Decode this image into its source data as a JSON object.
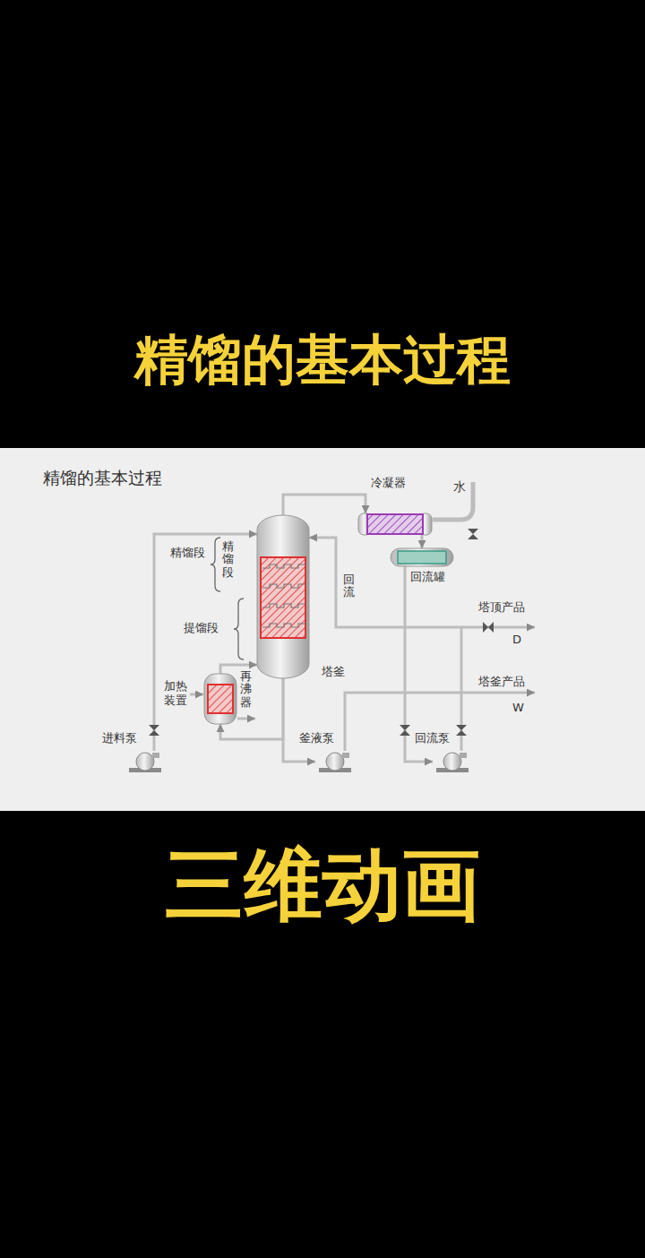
{
  "diagram": {
    "title": "精馏的基本过程",
    "nodes": [
      {
        "text": [
          "塔釜"
        ]
      },
      {
        "text": [
          "冷凝器"
        ]
      },
      {
        "text": [
          "回流罐"
        ]
      },
      {
        "text": [
          "再沸器"
        ]
      },
      {
        "text": [
          "进料泵"
        ]
      },
      {
        "text": [
          "釜液泵"
        ]
      },
      {
        "text": [
          "回流泵"
        ]
      }
    ],
    "edges": [
      {
        "from": 4,
        "to": 0,
        "arrow": "to"
      },
      {
        "from": 0,
        "to": 1,
        "arrow": "to"
      },
      {
        "from": 1,
        "to": 2,
        "arrow": "to"
      },
      {
        "from": 2,
        "to": 6,
        "arrow": "to"
      },
      {
        "from": 6,
        "to": 0,
        "label": "回流",
        "arrow": "to"
      },
      {
        "from": 0,
        "to": 3,
        "arrow": "to"
      },
      {
        "from": 3,
        "to": 0,
        "arrow": "to"
      },
      {
        "from": 0,
        "to": 5,
        "arrow": "to"
      }
    ],
    "labels": [
      "精馏的基本过程",
      "精馏段",
      "精馏段",
      "提馏段",
      "加热装置",
      "水",
      "塔顶产品",
      "D",
      "塔釜产品",
      "W",
      "三维动画"
    ]
  }
}
